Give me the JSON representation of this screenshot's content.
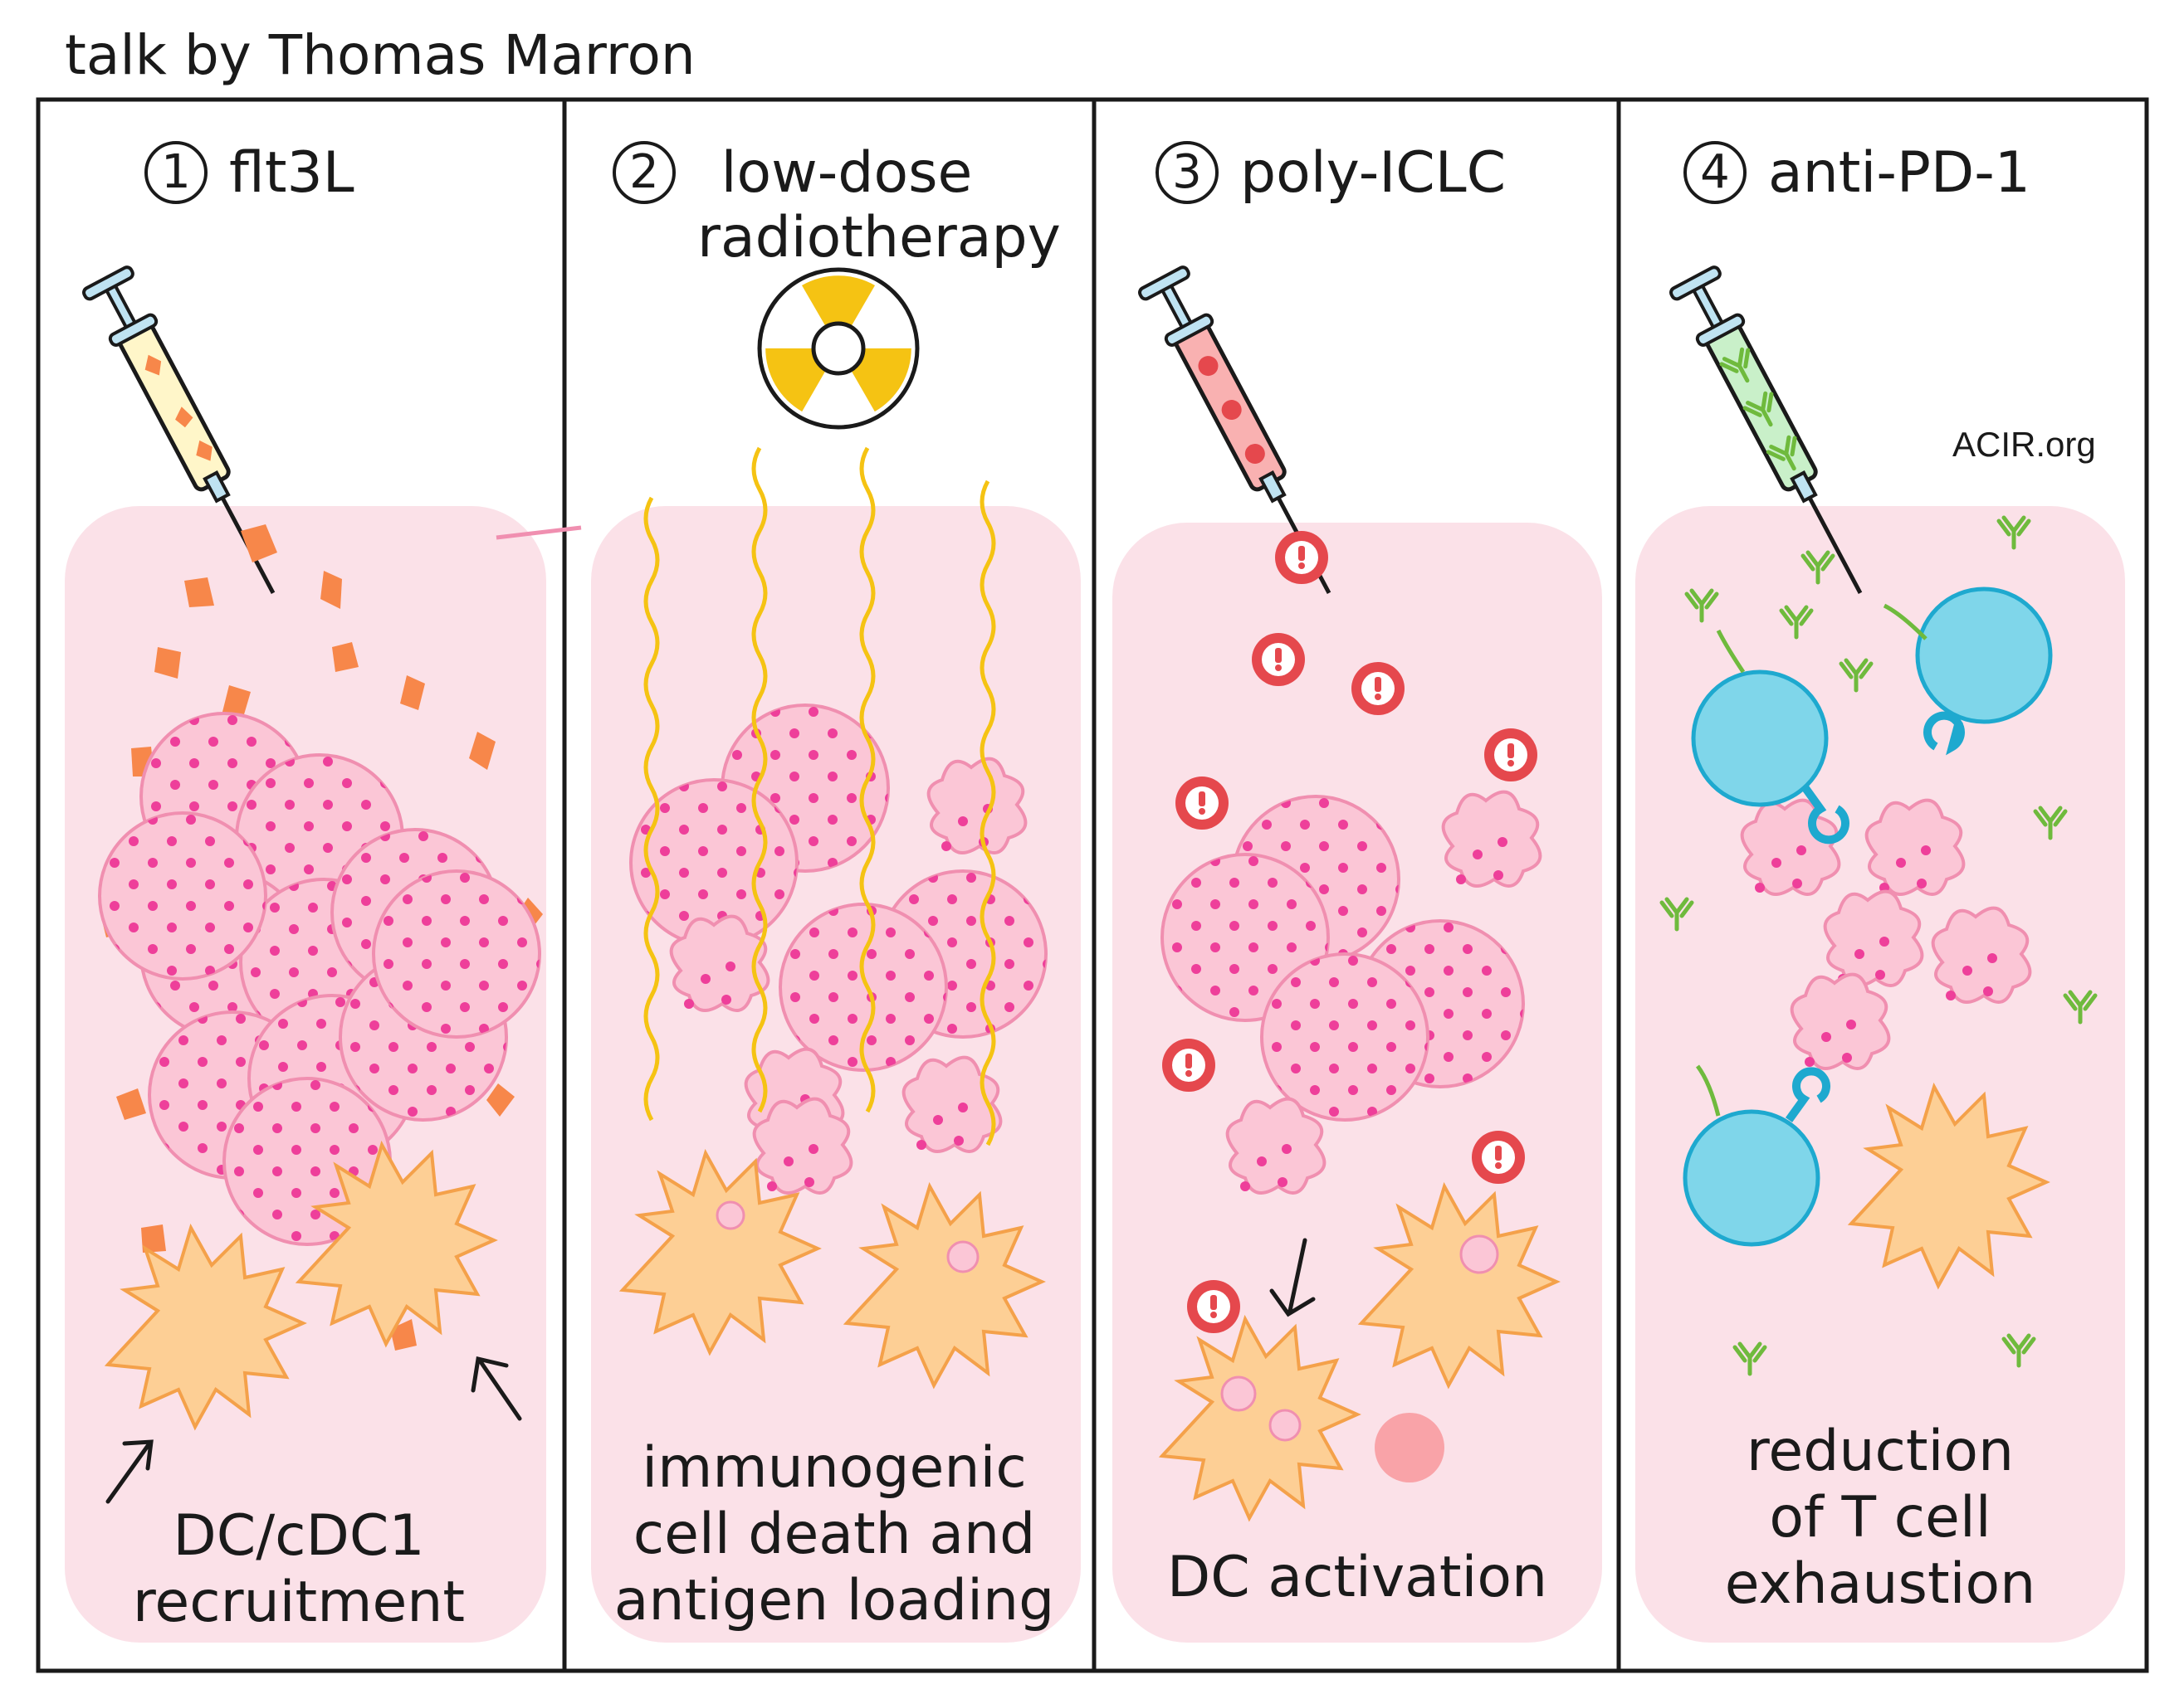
{
  "credit": "talk by Thomas Marron",
  "site": "ACIR.org",
  "colors": {
    "tissue": "#fbe1e8",
    "tumor_cell": "#fbc6d6",
    "tumor_edge": "#f08fb0",
    "dot": "#ee3f9a",
    "flt3l": "#f7874a",
    "dc": "#fdcf95",
    "dc_edge": "#f4a14a",
    "ray": "#f5c313",
    "alert": "#e5484d",
    "tcell": "#7fd6ea",
    "tcell_edge": "#1ea9cf",
    "antibody": "#6fba3d"
  },
  "panels": [
    {
      "number": "1",
      "title": "flt3L",
      "caption": [
        "DC/cDC1",
        "recruitment"
      ],
      "icon": "syringe-icon"
    },
    {
      "number": "2",
      "title": "low-dose\nradiotherapy",
      "caption": [
        "immunogenic",
        "cell death and",
        "antigen  loading"
      ],
      "icon": "radiation-icon"
    },
    {
      "number": "3",
      "title": "poly-ICLC",
      "caption": [
        "DC activation"
      ],
      "icon": "syringe-icon"
    },
    {
      "number": "4",
      "title": "anti-PD-1",
      "caption": [
        "reduction",
        "of T cell",
        "exhaustion"
      ],
      "icon": "syringe-icon"
    }
  ]
}
